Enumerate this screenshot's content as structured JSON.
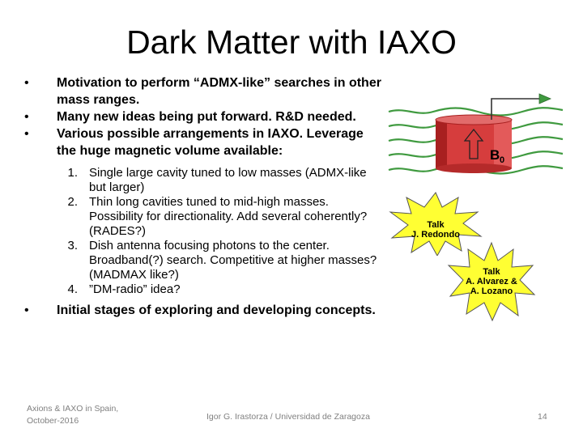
{
  "title": "Dark Matter with IAXO",
  "bullets_top": [
    {
      "marker": "•",
      "text": "Motivation to perform “ADMX-like” searches in other mass ranges."
    },
    {
      "marker": "•",
      "text": "Many new ideas being put forward. R&D needed."
    },
    {
      "marker": "•",
      "text": "Various possible arrangements in IAXO. Leverage the huge magnetic volume available:"
    }
  ],
  "subitems": [
    {
      "num": "1.",
      "text": "Single large cavity tuned to low masses (ADMX-like but larger)"
    },
    {
      "num": "2.",
      "text": "Thin long cavities tuned to mid-high masses. Possibility for directionality. Add several coherently? (RADES?)"
    },
    {
      "num": "3.",
      "text": "Dish antenna focusing photons to the center. Broadband(?) search. Competitive at higher masses? (MADMAX like?)"
    },
    {
      "num": "4.",
      "text": "”DM-radio” idea?"
    }
  ],
  "bullet_last": {
    "marker": "•",
    "text": "Initial stages of exploring and developing concepts."
  },
  "figure": {
    "field_label": "B",
    "field_subscript": "0",
    "colors": {
      "cylinder": "#d63d3d",
      "cylinder_dark": "#a82020",
      "field_lines": "#3f9a3f",
      "arrow": "#333333",
      "starburst": "#ffff33"
    }
  },
  "callouts": [
    {
      "line1": "Talk",
      "line2": "J. Redondo"
    },
    {
      "line1": "Talk",
      "line2": "A. Alvarez &",
      "line3": "A. Lozano"
    }
  ],
  "footer": {
    "left": "Axions & IAXO in Spain, October-2016",
    "center": "Igor G. Irastorza / Universidad de Zaragoza",
    "page": "14"
  }
}
